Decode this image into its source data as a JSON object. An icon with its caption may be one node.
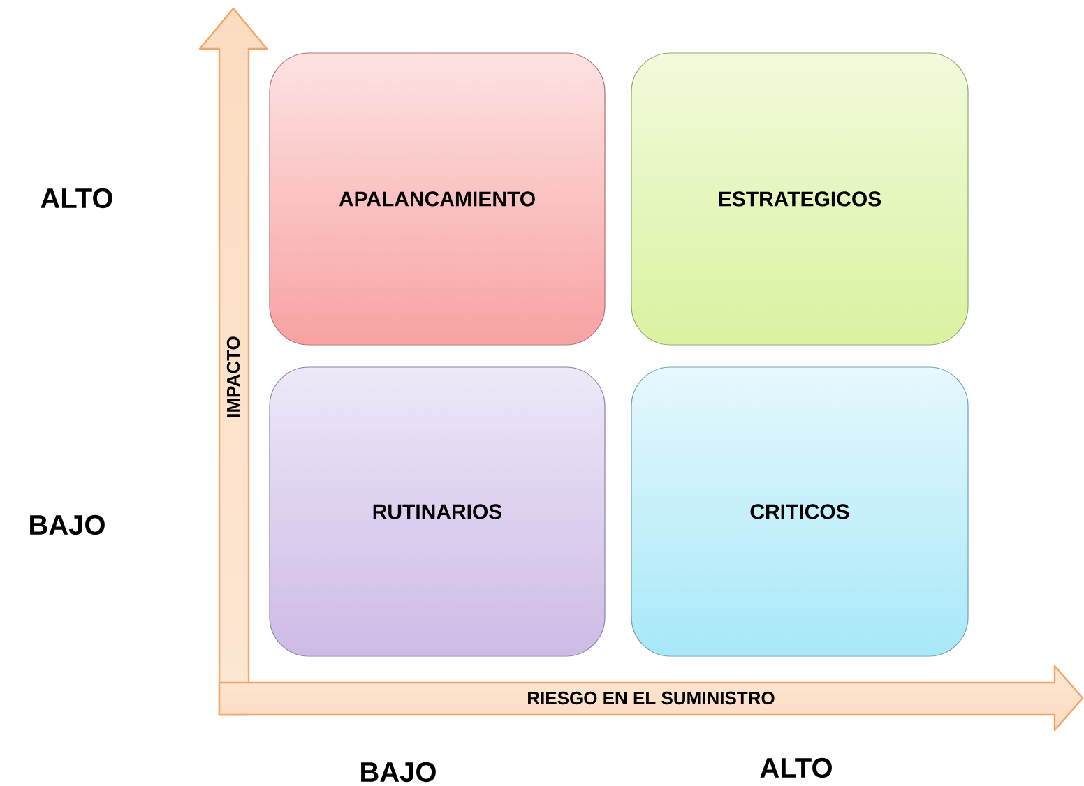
{
  "diagram": {
    "nodes": [
      {
        "text": [
          "APALANCAMIENTO"
        ]
      },
      {
        "text": [
          "ESTRATEGICOS"
        ]
      },
      {
        "text": [
          "RUTINARIOS"
        ]
      },
      {
        "text": [
          "CRITICOS"
        ]
      }
    ],
    "labels": [
      "IMPACTO",
      "RIESGO EN EL SUMINISTRO",
      "ALTO",
      "BAJO",
      "BAJO",
      "ALTO"
    ]
  }
}
